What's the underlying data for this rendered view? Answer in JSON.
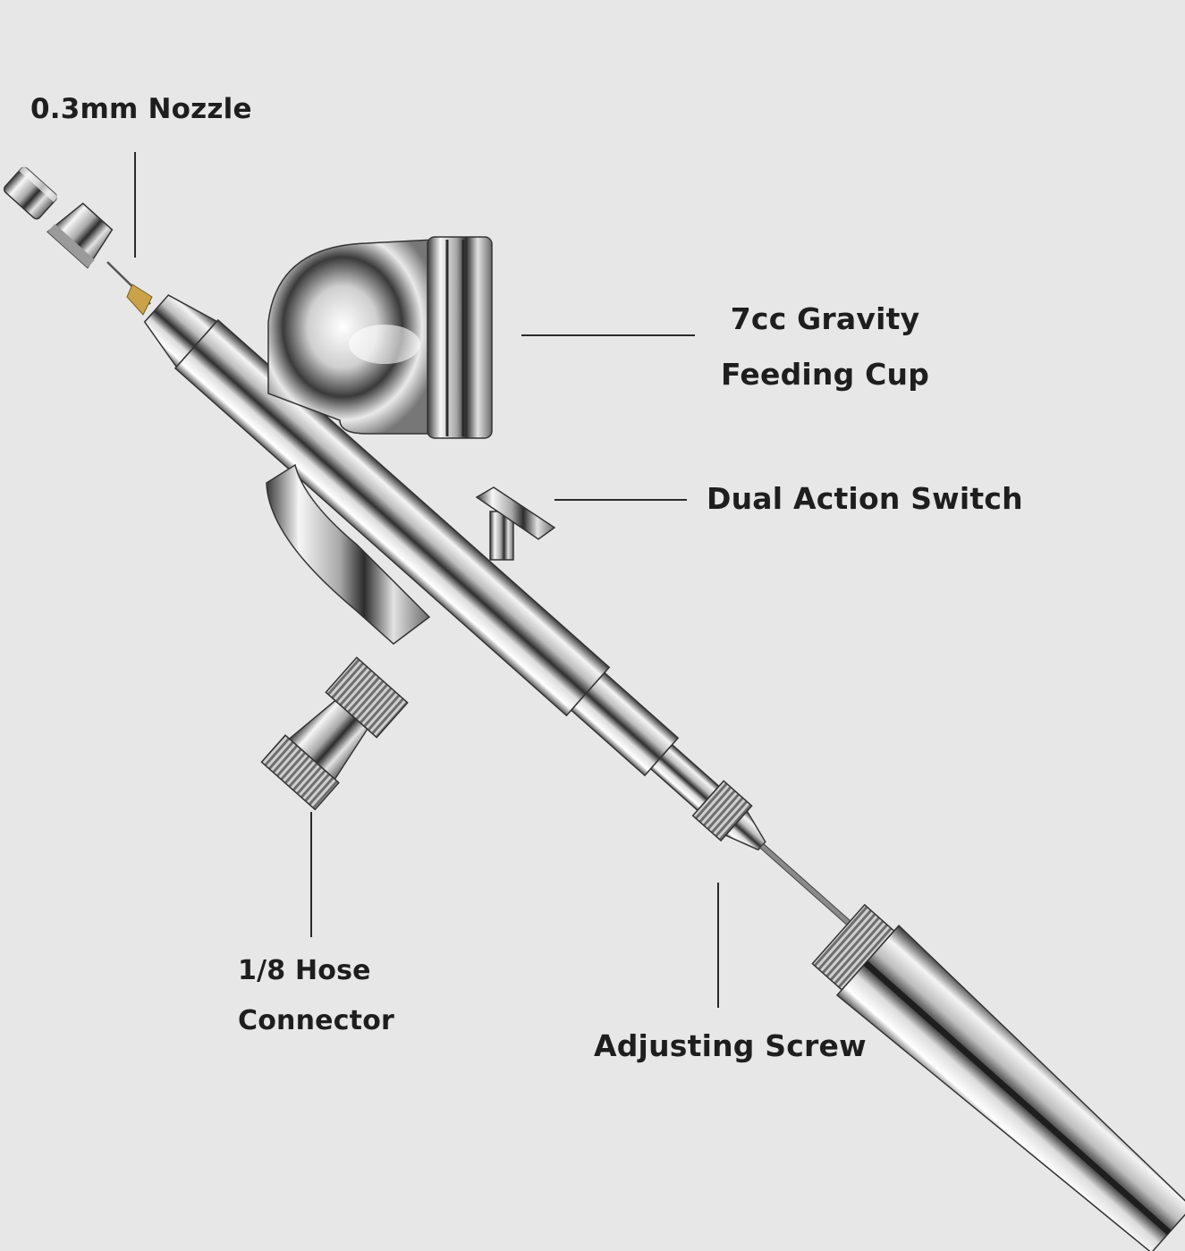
{
  "labels": {
    "nozzle": "0.3mm Nozzle",
    "cup_line1": "7cc Gravity",
    "cup_line2": "Feeding Cup",
    "switch": "Dual Action Switch",
    "hose_line1": "1/8 Hose",
    "hose_line2": "Connector",
    "screw": "Adjusting Screw"
  },
  "colors": {
    "background": "#e7e7e7",
    "text": "#1e1e1e",
    "leader_line": "#2a2a2a",
    "chrome_dark": "#2c2c2c",
    "chrome_mid": "#9a9a9a",
    "chrome_light": "#f7f7f7",
    "brass": "#c9a24a"
  }
}
